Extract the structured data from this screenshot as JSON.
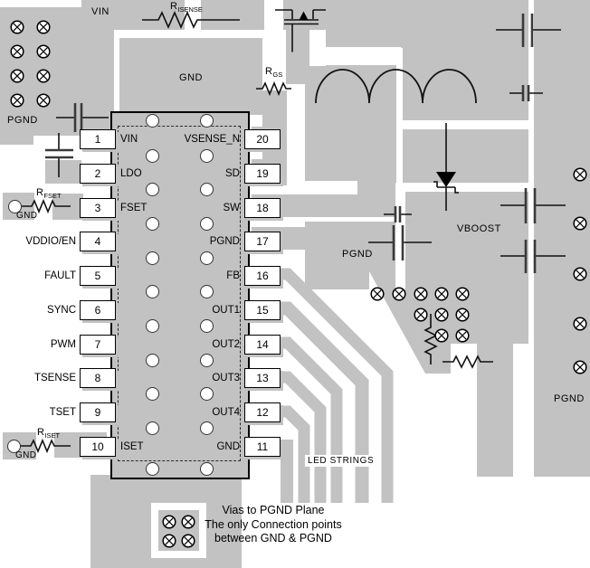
{
  "colors": {
    "plane": "#c2c2c2",
    "outline": "#000000",
    "cap_plate": "#3a3a3a"
  },
  "labels": {
    "vin_band": "VIN",
    "gnd_plane": "GND",
    "pgnd_topleft": "PGND",
    "pgnd_mid": "PGND",
    "pgnd_right": "PGND",
    "vboost": "VBOOST",
    "led_strings": "LED STRINGS"
  },
  "resistors": {
    "rsense": {
      "base": "R",
      "sub": "ISENSE"
    },
    "rgs": {
      "base": "R",
      "sub": "GS"
    },
    "rfset": {
      "base": "R",
      "sub": "FSET",
      "gnd": "GND"
    },
    "riset": {
      "base": "R",
      "sub": "ISET",
      "gnd": "GND"
    }
  },
  "ic": {
    "left_pins": [
      {
        "num": "1",
        "label": "VIN",
        "inner": true
      },
      {
        "num": "2",
        "label": "LDO",
        "inner": true
      },
      {
        "num": "3",
        "label": "FSET",
        "inner": true
      },
      {
        "num": "4",
        "label": "VDDIO/EN",
        "inner": false
      },
      {
        "num": "5",
        "label": "FAULT",
        "inner": false
      },
      {
        "num": "6",
        "label": "SYNC",
        "inner": false
      },
      {
        "num": "7",
        "label": "PWM",
        "inner": false
      },
      {
        "num": "8",
        "label": "TSENSE",
        "inner": false
      },
      {
        "num": "9",
        "label": "TSET",
        "inner": false
      },
      {
        "num": "10",
        "label": "ISET",
        "inner": true
      }
    ],
    "right_pins": [
      {
        "num": "20",
        "label": "VSENSE_N"
      },
      {
        "num": "19",
        "label": "SD"
      },
      {
        "num": "18",
        "label": "SW"
      },
      {
        "num": "17",
        "label": "PGND"
      },
      {
        "num": "16",
        "label": "FB"
      },
      {
        "num": "15",
        "label": "OUT1"
      },
      {
        "num": "14",
        "label": "OUT2"
      },
      {
        "num": "13",
        "label": "OUT3"
      },
      {
        "num": "12",
        "label": "OUT4"
      },
      {
        "num": "11",
        "label": "GND"
      }
    ]
  },
  "legend": {
    "line1": "Vias to PGND Plane",
    "line2": "The only Connection points",
    "line3": "between GND & PGND"
  }
}
